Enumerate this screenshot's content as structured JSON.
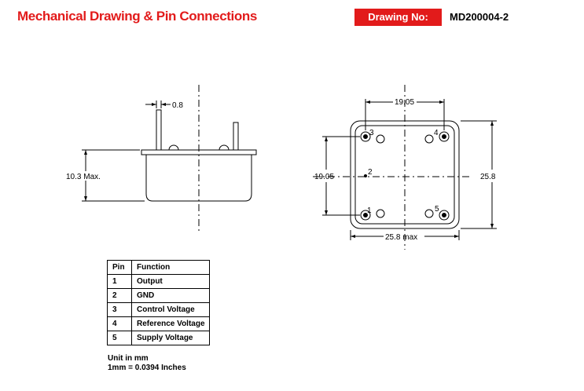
{
  "header": {
    "title": "Mechanical Drawing & Pin Connections",
    "drawing_no_label": "Drawing No:",
    "drawing_no_value": "MD200004-2"
  },
  "side_view": {
    "pin_width_label": "0.8",
    "height_label": "10.3 Max."
  },
  "top_view": {
    "pin_spacing_top_label": "19.05",
    "pin_spacing_left_label": "19.05",
    "body_height_label": "25.8",
    "body_width_label": "25.8 max",
    "pin_labels": [
      "1",
      "2",
      "3",
      "4",
      "5"
    ]
  },
  "pin_table": {
    "headers": [
      "Pin",
      "Function"
    ],
    "rows": [
      {
        "pin": "1",
        "function": "Output"
      },
      {
        "pin": "2",
        "function": "GND"
      },
      {
        "pin": "3",
        "function": "Control Voltage"
      },
      {
        "pin": "4",
        "function": "Reference Voltage"
      },
      {
        "pin": "5",
        "function": "Supply Voltage"
      }
    ]
  },
  "notes": {
    "unit_line1": "Unit in mm",
    "unit_line2": "1mm = 0.0394 Inches"
  }
}
